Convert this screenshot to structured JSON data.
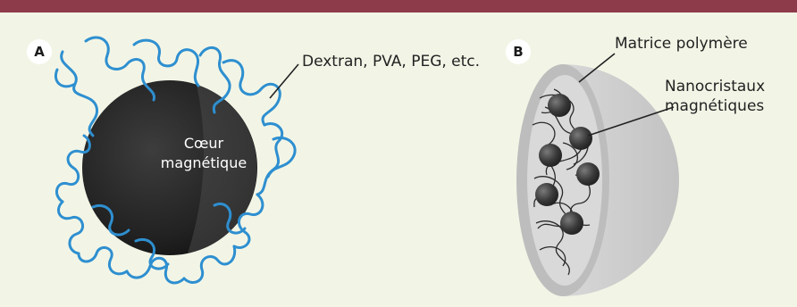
{
  "panel_a": {
    "badge": "A",
    "coating_label": "Dextran, PVA, PEG, etc.",
    "core_label_line1": "Cœur",
    "core_label_line2": "magnétique"
  },
  "panel_b": {
    "badge": "B",
    "matrix_label": "Matrice polymère",
    "nanocrystals_label_line1": "Nanocristaux",
    "nanocrystals_label_line2": "magnétiques"
  },
  "colors": {
    "top_bar": "#8d3a4b",
    "background": "#f2f5e6",
    "polymer_chain": "#2e8fd0",
    "core": "#1f1f1f",
    "matrix_shell": "#c9c9c9"
  },
  "icons": [
    "magnetic-core-sphere",
    "polymer-chain",
    "polymer-matrix-hemisphere",
    "nanocrystal-sphere"
  ]
}
